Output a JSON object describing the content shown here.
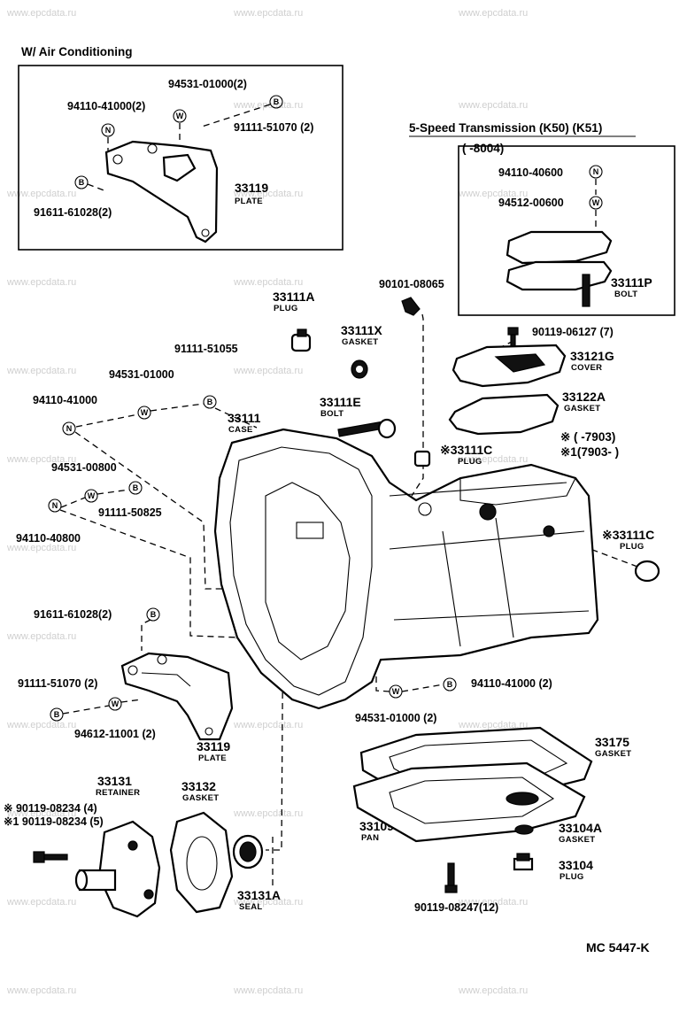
{
  "watermark": "www.epcdata.ru",
  "inset_ac": {
    "title": "W/ Air Conditioning",
    "washer_label": "94531-01000(2)",
    "nut_label": "94110-41000(2)",
    "bolt_label": "91111-51070 (2)",
    "bolt2_label": "91611-61028(2)",
    "plate_number": "33119",
    "plate_name": "PLATE"
  },
  "inset_5speed": {
    "title": "5-Speed Transmission (K50) (K51)",
    "range": "(      -8004)",
    "nut_label": "94110-40600",
    "washer_label": "94512-00600",
    "bolt_number": "33111P",
    "bolt_name": "BOLT"
  },
  "parts": {
    "p33111A": {
      "number": "33111A",
      "name": "PLUG"
    },
    "p90101": {
      "number": "90101-08065"
    },
    "p33111X": {
      "number": "33111X",
      "name": "GASKET"
    },
    "p90119_06127": {
      "number": "90119-06127 (7)"
    },
    "p33121G": {
      "number": "33121G",
      "name": "COVER"
    },
    "p33122A": {
      "number": "33122A",
      "name": "GASKET"
    },
    "p91111_51055": {
      "number": "91111-51055"
    },
    "p94531_01000": {
      "number": "94531-01000"
    },
    "p94110_41000": {
      "number": "94110-41000"
    },
    "p33111": {
      "number": "33111",
      "name": "CASE"
    },
    "p33111E": {
      "number": "33111E",
      "name": "BOLT"
    },
    "p33111C_top": {
      "number": "※33111C",
      "name": "PLUG"
    },
    "p33111C_right": {
      "number": "※33111C",
      "name": "PLUG"
    },
    "note1": "※  (      -7903)",
    "note2": "※1(7903-      )",
    "p94531_00800": {
      "number": "94531-00800"
    },
    "p91111_50825": {
      "number": "91111-50825"
    },
    "p94110_40800": {
      "number": "94110-40800"
    },
    "p91611_61028": {
      "number": "91611-61028(2)"
    },
    "p94110_41000_2": {
      "number": "94110-41000 (2)"
    },
    "p94531_01000_2": {
      "number": "94531-01000 (2)"
    },
    "p91111_51070": {
      "number": "91111-51070 (2)"
    },
    "p94612_11001": {
      "number": "94612-11001 (2)"
    },
    "p33119": {
      "number": "33119",
      "name": "PLATE"
    },
    "p33175": {
      "number": "33175",
      "name": "GASKET"
    },
    "p33131": {
      "number": "33131",
      "name": "RETAINER"
    },
    "p33132": {
      "number": "33132",
      "name": "GASKET"
    },
    "p90119_08234a": {
      "number": "※ 90119-08234 (4)"
    },
    "p90119_08234b": {
      "number": "※1 90119-08234 (5)"
    },
    "p33109": {
      "number": "33109",
      "name": "PAN"
    },
    "p33104A": {
      "number": "33104A",
      "name": "GASKET"
    },
    "p33104": {
      "number": "33104",
      "name": "PLUG"
    },
    "p33131A": {
      "number": "33131A",
      "name": "SEAL"
    },
    "p90119_08247": {
      "number": "90119-08247(12)"
    }
  },
  "symbols": {
    "nut": "N",
    "washer": "W",
    "bolt": "B"
  },
  "diagram_code": "MC 5447-K"
}
